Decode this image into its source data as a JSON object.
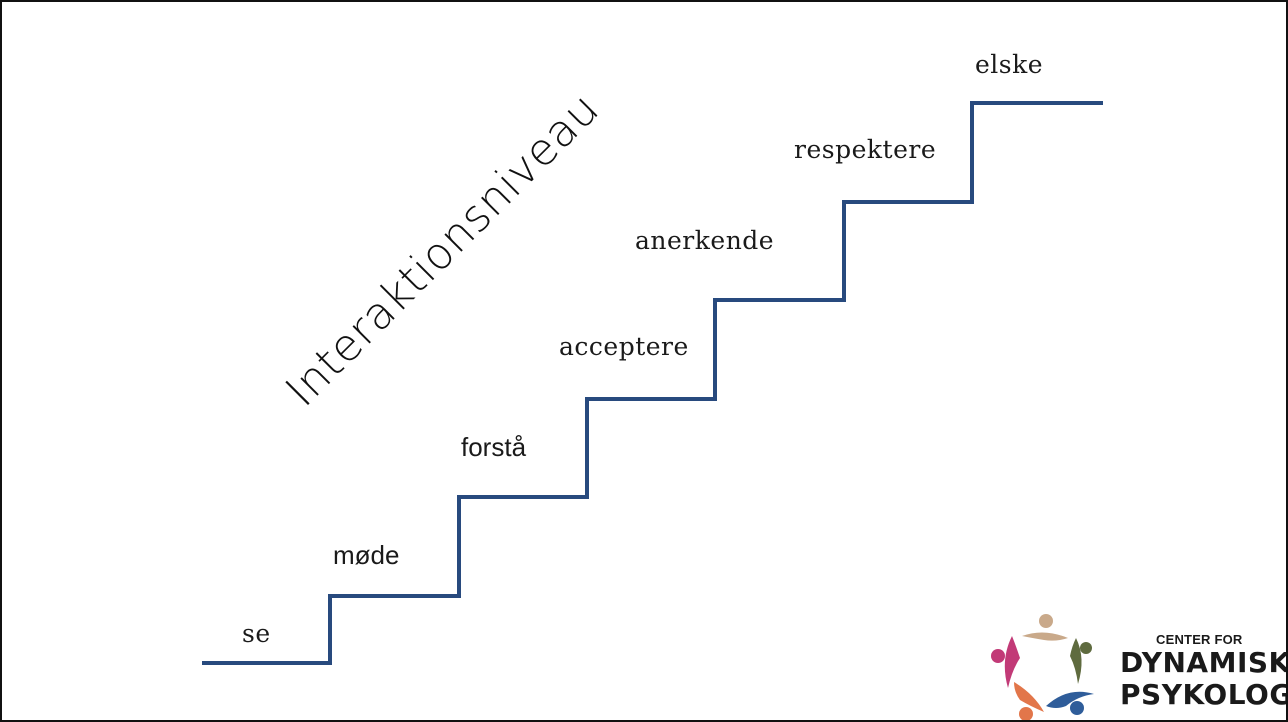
{
  "title": "Interaktionsniveau",
  "steps": [
    "se",
    "møde",
    "forstå",
    "acceptere",
    "anerkende",
    "respektere",
    "elske"
  ],
  "line_color": "#284a7e",
  "logo": {
    "line1": "CENTER FOR",
    "line2": "DYNAMISK",
    "line3": "PSYKOLOGI",
    "colors": [
      "#c9a98a",
      "#5f6b3f",
      "#2f5d9a",
      "#e2764a",
      "#c23a77"
    ]
  }
}
